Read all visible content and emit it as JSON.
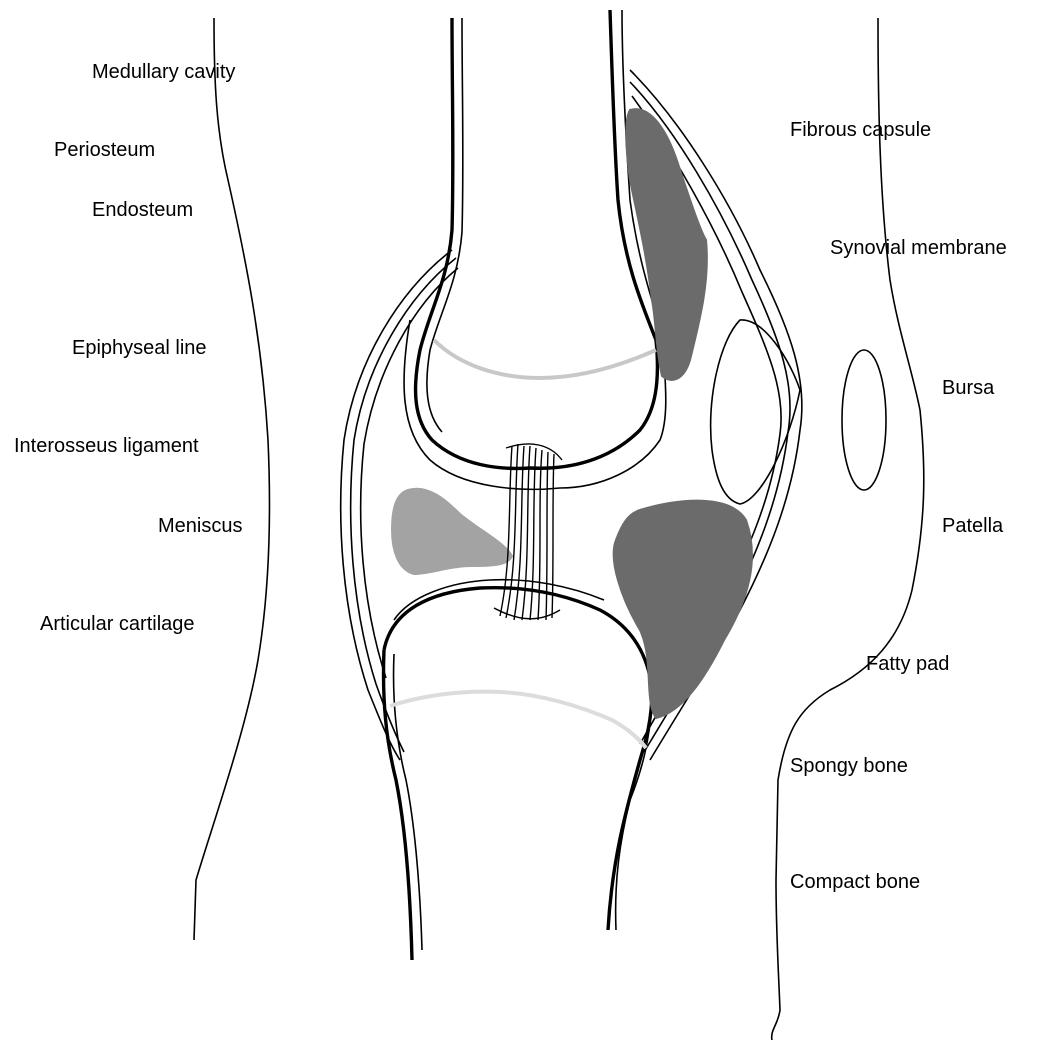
{
  "labels_left": [
    {
      "id": "medullary-cavity",
      "text": "Medullary  cavity"
    },
    {
      "id": "periosteum",
      "text": "Periosteum"
    },
    {
      "id": "endosteum",
      "text": "Endosteum"
    },
    {
      "id": "epiphyseal-line",
      "text": "Epiphyseal line"
    },
    {
      "id": "interosseus-ligament",
      "text": "Interosseus ligament"
    },
    {
      "id": "meniscus",
      "text": "Meniscus"
    },
    {
      "id": "articular-cartilage",
      "text": "Articular cartilage"
    }
  ],
  "labels_right": [
    {
      "id": "fibrous-capsule",
      "text": "Fibrous capsule"
    },
    {
      "id": "synovial-membrane",
      "text": "Synovial membrane"
    },
    {
      "id": "bursa",
      "text": "Bursa"
    },
    {
      "id": "patella",
      "text": "Patella"
    },
    {
      "id": "fatty-pad",
      "text": "Fatty pad"
    },
    {
      "id": "spongy-bone",
      "text": "Spongy bone"
    },
    {
      "id": "compact-bone",
      "text": "Compact bone"
    }
  ],
  "colors": {
    "outline": "#000000",
    "patella_fill": "#6b6b6b",
    "fatty_pad_fill": "#6b6b6b",
    "meniscus_fill": "#a3a3a3",
    "epiphyseal_line": "#c8c8c8"
  }
}
